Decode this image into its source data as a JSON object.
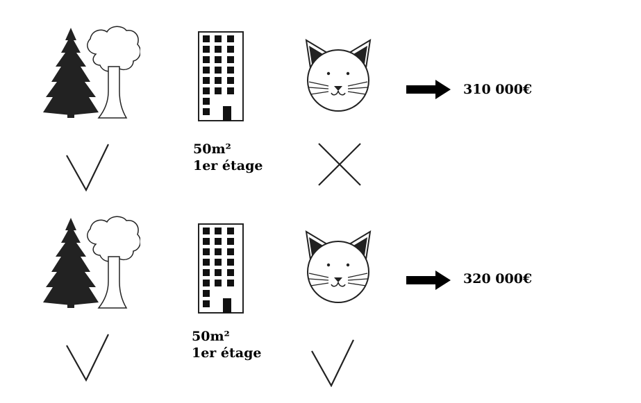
{
  "rows": [
    {
      "icons": [
        "trees-icon",
        "apartment-building-icon",
        "cat-icon",
        "arrow-right-icon"
      ],
      "price": "310 000€",
      "area": "50m²",
      "floor": "1er étage",
      "garden_mark": "check-mark-icon",
      "pet_mark": "cross-mark-icon"
    },
    {
      "icons": [
        "trees-icon",
        "apartment-building-icon",
        "cat-icon",
        "arrow-right-icon"
      ],
      "price": "320 000€",
      "area": "50m²",
      "floor": "1er étage",
      "garden_mark": "check-mark-icon",
      "pet_mark": "check-mark-icon"
    }
  ]
}
